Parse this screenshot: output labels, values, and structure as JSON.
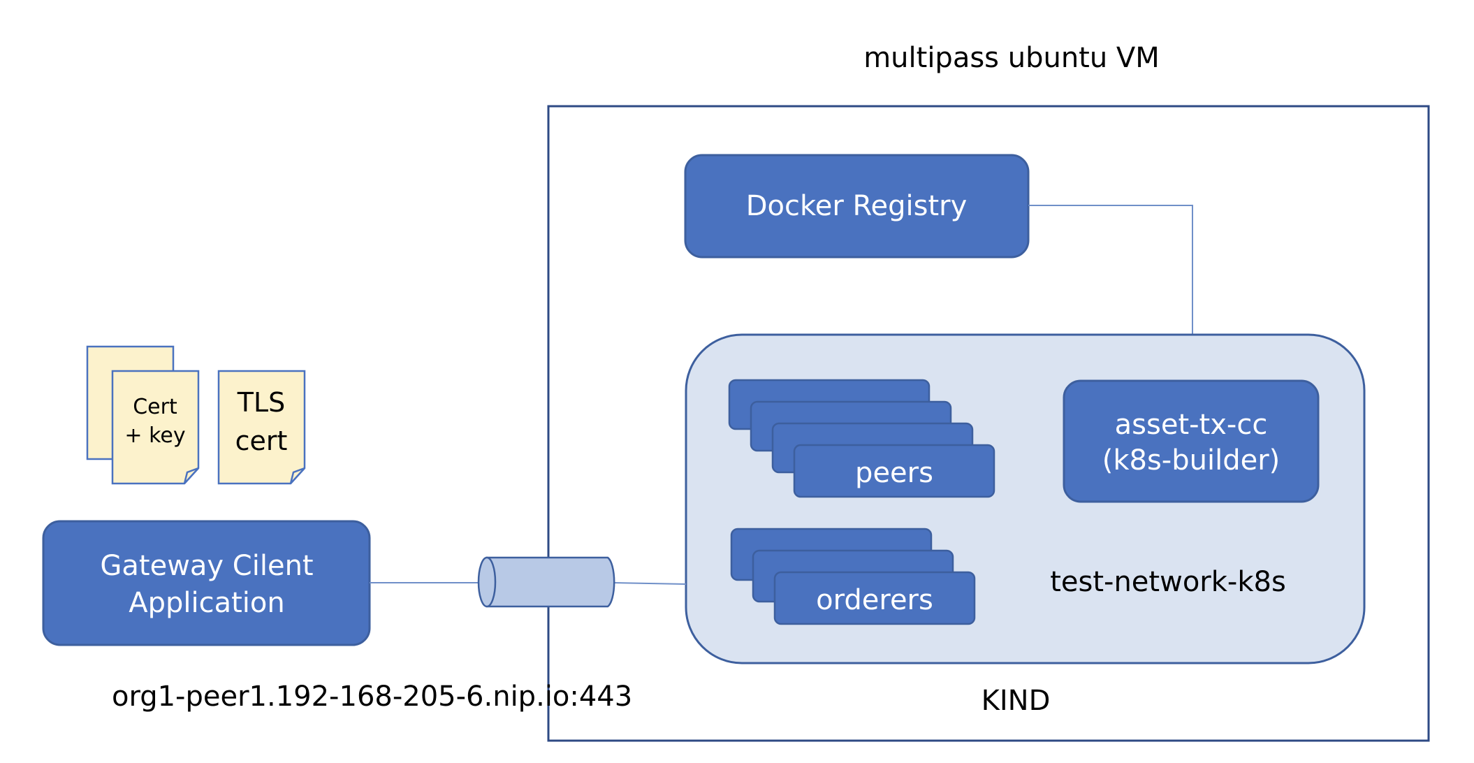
{
  "vm": {
    "title": "multipass ubuntu VM",
    "kind_label": "KIND"
  },
  "registry": {
    "label": "Docker Registry"
  },
  "cluster": {
    "label": "test-network-k8s",
    "peers_label": "peers",
    "orderers_label": "orderers",
    "chaincode_line1": "asset-tx-cc",
    "chaincode_line2": "(k8s-builder)"
  },
  "client": {
    "line1": "Gateway Cilent",
    "line2": "Application",
    "endpoint": "org1-peer1.192-168-205-6.nip.io:443"
  },
  "documents": {
    "cert_line1": "Cert",
    "cert_line2": "+ key",
    "tls_line1": "TLS",
    "tls_line2": "cert"
  },
  "colors": {
    "box_fill": "#4a72bf",
    "box_stroke": "#3d5f9e",
    "cluster_fill": "#dae3f1",
    "vm_border": "#2e4a84",
    "doc_fill": "#fcf2cc",
    "doc_stroke": "#4a72bf",
    "tunnel_fill": "#b8c9e6",
    "line": "#6f8fc8"
  }
}
